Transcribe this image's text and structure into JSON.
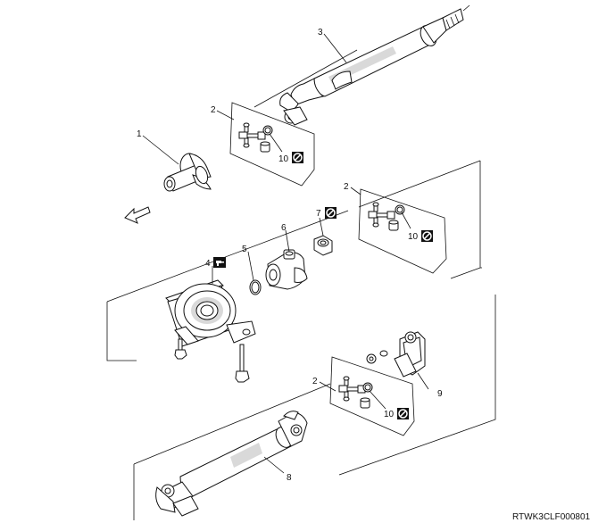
{
  "diagram": {
    "figure_code": "RTWK3CLF000801",
    "callouts": {
      "c1": "1",
      "c2a": "2",
      "c2b": "2",
      "c2c": "2",
      "c3": "3",
      "c4": "4",
      "c5": "5",
      "c6": "6",
      "c7": "7",
      "c8": "8",
      "c9": "9",
      "c10a": "10",
      "c10b": "10",
      "c10c": "10"
    },
    "icons": {
      "no_reuse": "prohibition-circle-icon",
      "lubricate": "grease-gun-icon",
      "direction": "front-arrow-icon"
    }
  }
}
